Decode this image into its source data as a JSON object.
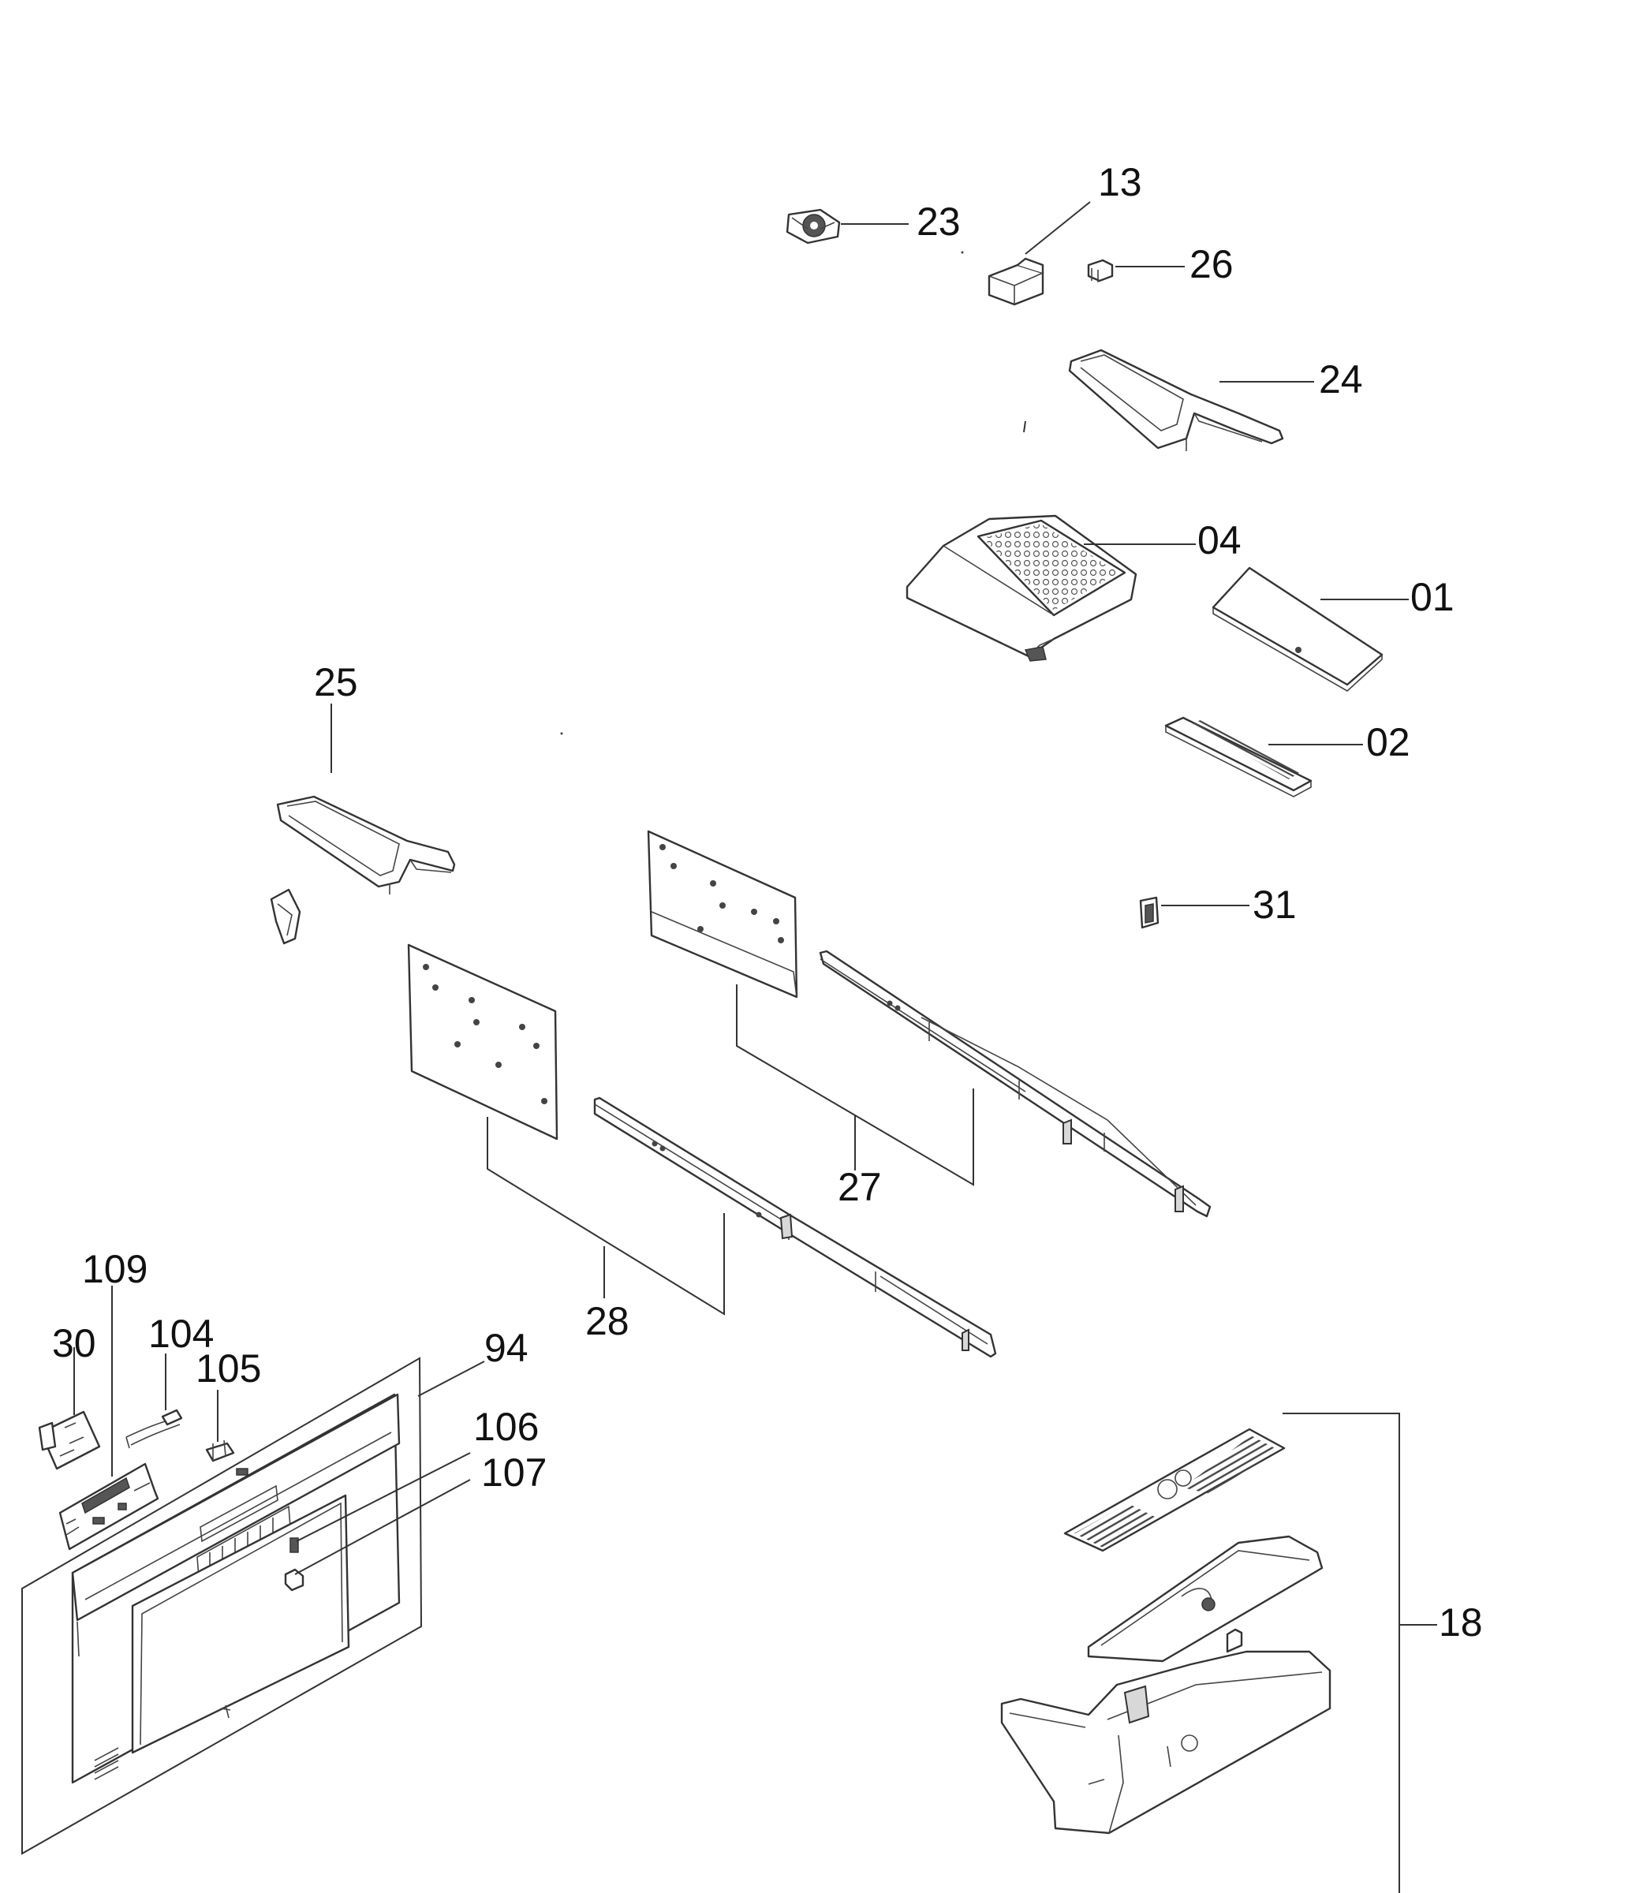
{
  "callouts": {
    "p01": "01",
    "p02": "02",
    "p04": "04",
    "p13": "13",
    "p18": "18",
    "p23": "23",
    "p24": "24",
    "p25": "25",
    "p26": "26",
    "p27": "27",
    "p28": "28",
    "p30": "30",
    "p31": "31",
    "p94": "94",
    "p104": "104",
    "p105": "105",
    "p106": "106",
    "p107": "107",
    "p109": "109"
  }
}
